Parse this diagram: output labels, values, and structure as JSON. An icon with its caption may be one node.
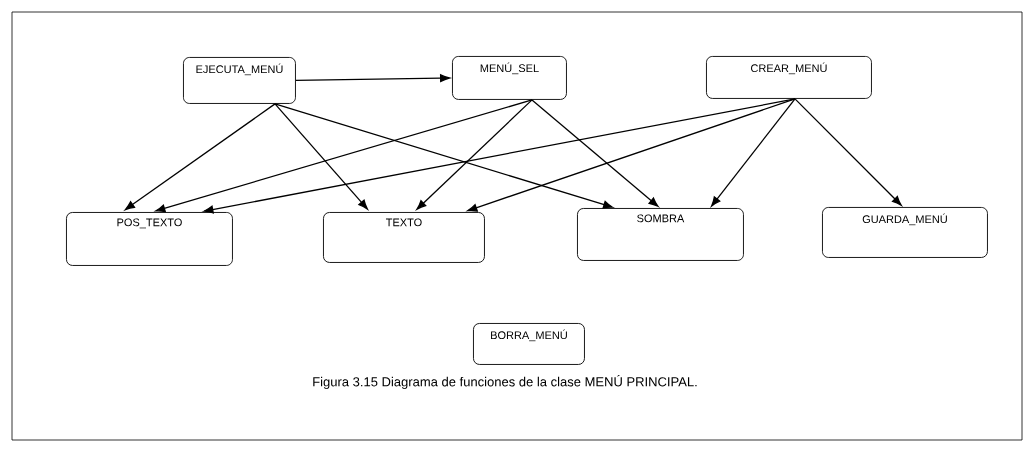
{
  "diagram": {
    "caption": "Figura 3.15 Diagrama de funciones de la clase MENÚ PRINCIPAL.",
    "nodes": [
      {
        "text": [
          "EJECUTA_MENÚ"
        ]
      },
      {
        "text": [
          "MENÚ_SEL"
        ]
      },
      {
        "text": [
          "CREAR_MENÚ"
        ]
      },
      {
        "text": [
          "POS_TEXTO"
        ]
      },
      {
        "text": [
          "TEXTO"
        ]
      },
      {
        "text": [
          "SOMBRA"
        ]
      },
      {
        "text": [
          "GUARDA_MENÚ"
        ]
      },
      {
        "text": [
          "BORRA_MENÚ"
        ]
      }
    ],
    "edges": [
      {
        "from": 0,
        "to": 1,
        "arrow": "to"
      },
      {
        "from": 0,
        "to": 3,
        "arrow": "to"
      },
      {
        "from": 0,
        "to": 4,
        "arrow": "to"
      },
      {
        "from": 0,
        "to": 5,
        "arrow": "to"
      },
      {
        "from": 1,
        "to": 3,
        "arrow": "to"
      },
      {
        "from": 1,
        "to": 4,
        "arrow": "to"
      },
      {
        "from": 1,
        "to": 5,
        "arrow": "to"
      },
      {
        "from": 2,
        "to": 3,
        "arrow": "to"
      },
      {
        "from": 2,
        "to": 4,
        "arrow": "to"
      },
      {
        "from": 2,
        "to": 5,
        "arrow": "to"
      },
      {
        "from": 2,
        "to": 6,
        "arrow": "to"
      }
    ]
  }
}
